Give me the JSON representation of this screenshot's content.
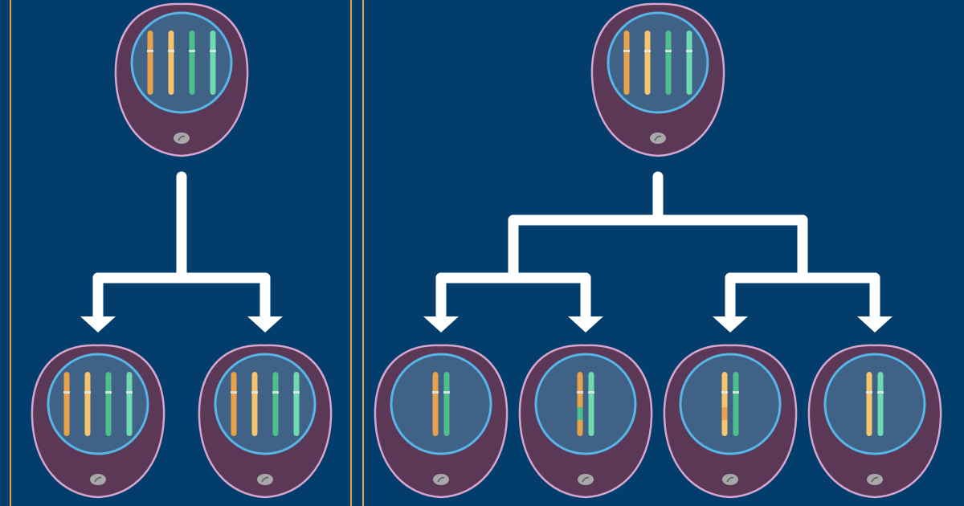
{
  "colors": {
    "background": "#023d6b",
    "panel_border": "#e0a441",
    "cell_fill": "#5a3856",
    "cell_outline": "#d7a6cf",
    "nucleus_fill": "#3f6286",
    "nucleus_outline": "#56b6e8",
    "chromosome_orange": "#e8a24a",
    "chromosome_light_orange": "#f5c46c",
    "chromosome_green": "#4cbf8c",
    "chromosome_light_green": "#6fd9b0",
    "centriole": "#a8a8a8",
    "arrow": "#ffffff"
  },
  "panels": [
    {
      "name": "mitosis-panel",
      "parent": {
        "chromosomes": [
          {
            "color": "orange"
          },
          {
            "color": "light_orange"
          },
          {
            "color": "green"
          },
          {
            "color": "light_green"
          }
        ]
      },
      "daughters": [
        {
          "chromosomes": [
            {
              "color": "orange"
            },
            {
              "color": "light_orange"
            },
            {
              "color": "green"
            },
            {
              "color": "light_green"
            }
          ]
        },
        {
          "chromosomes": [
            {
              "color": "orange"
            },
            {
              "color": "light_orange"
            },
            {
              "color": "green"
            },
            {
              "color": "light_green"
            }
          ]
        }
      ]
    },
    {
      "name": "meiosis-panel",
      "parent": {
        "chromosomes": [
          {
            "color": "orange"
          },
          {
            "color": "light_orange"
          },
          {
            "color": "green"
          },
          {
            "color": "light_green"
          }
        ]
      },
      "daughters": [
        {
          "chromosomes": [
            {
              "color": "orange"
            },
            {
              "color": "green"
            }
          ]
        },
        {
          "chromosomes": [
            {
              "color": "orange",
              "crossover": "green"
            },
            {
              "color": "light_green"
            }
          ]
        },
        {
          "chromosomes": [
            {
              "color": "light_orange",
              "crossover": "orange"
            },
            {
              "color": "green"
            }
          ]
        },
        {
          "chromosomes": [
            {
              "color": "light_orange"
            },
            {
              "color": "light_green"
            }
          ]
        }
      ]
    }
  ]
}
